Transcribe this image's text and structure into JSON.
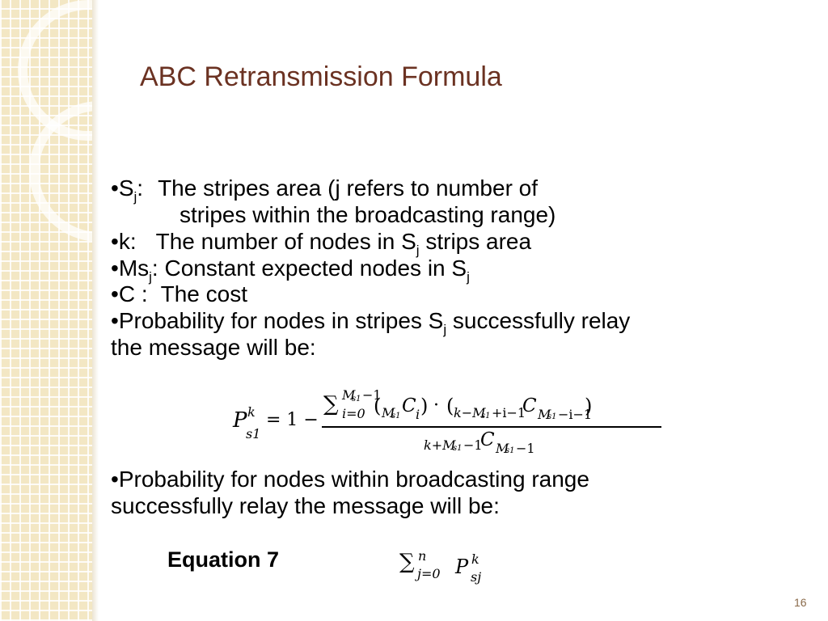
{
  "slide": {
    "title": "ABC Retransmission Formula",
    "page_number": "16",
    "bullets": {
      "b1": {
        "bullet": "•",
        "sym": "S",
        "sub": "j",
        "sep": ":",
        "text": "The stripes area (j refers to number of",
        "cont": "stripes within the broadcasting range)"
      },
      "b2": {
        "bullet": "•",
        "sym": "k:",
        "text_a": "The number of nodes in S",
        "sub": "j",
        "text_b": " strips area"
      },
      "b3": {
        "bullet": "•",
        "sym": "Ms",
        "sub": "j",
        "text_a": ": Constant expected nodes in S",
        "sub2": "j"
      },
      "b4": {
        "bullet": "•",
        "sym": "C :",
        "text": "The cost"
      },
      "b5": {
        "bullet": "•",
        "text_a": "Probability for nodes in stripes S",
        "sub": "j",
        "text_b": " successfully relay",
        "line2": "the message will be:"
      },
      "b6": {
        "bullet": "•",
        "line1": "Probability for nodes within broadcasting range",
        "line2": "successfully relay the message will be:"
      }
    },
    "formula1": {
      "lhs_P": "P",
      "lhs_sup": "k",
      "lhs_sub": "s1",
      "eq": "= 1 −",
      "sum_sym": "∑",
      "sum_upper": "M",
      "sum_upper_sub": "s1",
      "sum_upper_tail": "−1",
      "sum_lower": "i=0",
      "num_term1_open": "(",
      "num_term1_pre": "M",
      "num_term1_pre_sub": "s1",
      "num_term1_C": "C",
      "num_term1_C_sub": "i",
      "num_term1_close": ")",
      "dot": "·",
      "num_term2_open": "(",
      "num_term2_pre": "k−M",
      "num_term2_pre_sub": "s1",
      "num_term2_pre_tail": "+i−1",
      "num_term2_C": "C",
      "num_term2_C_sub": "M",
      "num_term2_C_sub_sub": "s1",
      "num_term2_C_sub_tail": "−i−1",
      "num_term2_close": ")",
      "den_pre": "k+M",
      "den_pre_sub": "s1",
      "den_pre_tail": "−1",
      "den_C": "C",
      "den_C_sub": "M",
      "den_C_sub_sub": "s1",
      "den_C_sub_tail": "−1"
    },
    "equation_label": "Equation 7",
    "formula2": {
      "sum_sym": "∑",
      "upper": "n",
      "lower": "j=0",
      "P": "P",
      "sup": "k",
      "sub": "sj"
    }
  }
}
